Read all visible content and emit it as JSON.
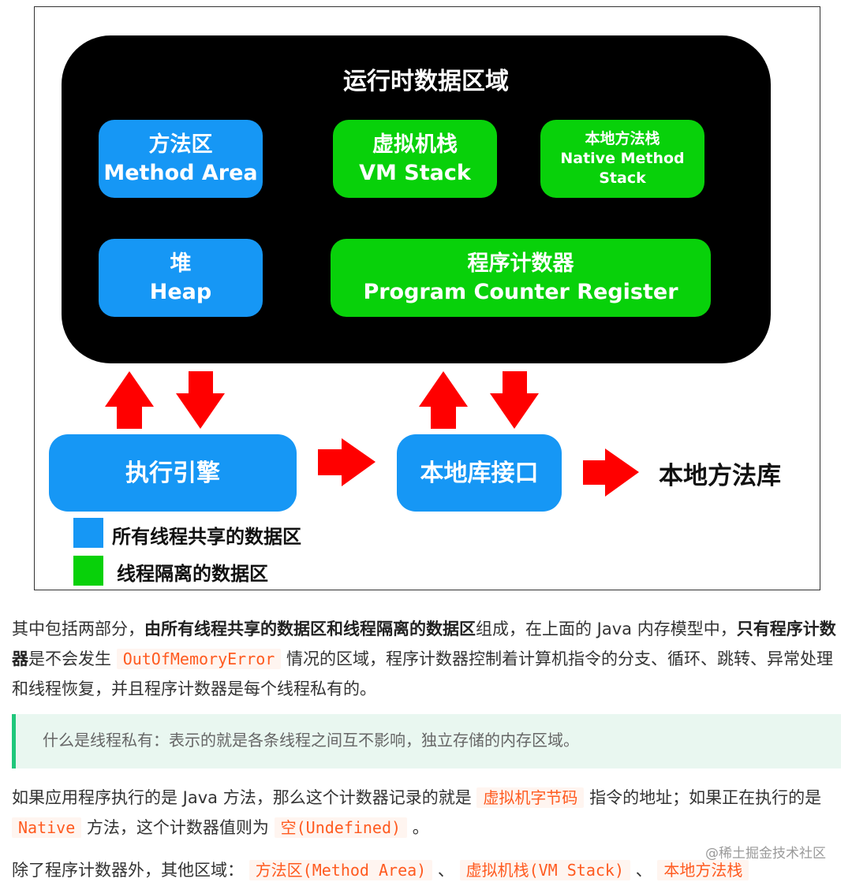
{
  "figure": {
    "runtime_title": "运行时数据区域",
    "boxes": {
      "method_area": {
        "zh": "方法区",
        "en": "Method Area"
      },
      "vm_stack": {
        "zh": "虚拟机栈",
        "en": "VM Stack"
      },
      "native_stack": {
        "zh": "本地方法栈",
        "en": "Native Method Stack"
      },
      "heap": {
        "zh": "堆",
        "en": "Heap"
      },
      "pc_register": {
        "zh": "程序计数器",
        "en": "Program Counter Register"
      },
      "exec_engine": "执行引擎",
      "native_interface": "本地库接口"
    },
    "native_library": "本地方法库",
    "legend": [
      {
        "label": "所有线程共享的数据区",
        "color": "#1697f5"
      },
      {
        "label": "线程隔离的数据区",
        "color": "#08d10a"
      }
    ],
    "colors": {
      "shared": "#1697f5",
      "isolated": "#08d10a",
      "arrow": "#ff0000",
      "runtime_bg": "#000000"
    }
  },
  "paragraph1": {
    "p1": "其中包括两部分，",
    "b1": "由所有线程共享的数据区和线程隔离的数据区",
    "p2": "组成，在上面的 Java 内存模型中，",
    "b2": "只有程序计数器",
    "p3": "是不会发生 ",
    "code1": "OutOfMemoryError",
    "p4": " 情况的区域，程序计数器控制着计算机指令的分支、循环、跳转、异常处理和线程恢复，并且程序计数器是每个线程私有的。"
  },
  "quote": "什么是线程私有：表示的就是各条线程之间互不影响，独立存储的内存区域。",
  "paragraph2": {
    "p1": "如果应用程序执行的是 Java 方法，那么这个计数器记录的就是 ",
    "code1": "虚拟机字节码",
    "p2": " 指令的地址；如果正在执行的是 ",
    "code2": "Native",
    "p3": " 方法，这个计数器值则为 ",
    "code3": "空(Undefined)",
    "p4": " 。"
  },
  "paragraph3": {
    "p1": "除了程序计数器外，其他区域： ",
    "code1": "方法区(Method Area)",
    "p2": " 、 ",
    "code2": "虚拟机栈(VM Stack)",
    "p3": " 、 ",
    "code3": "本地方法栈"
  },
  "watermark": "@稀土掘金技术社区"
}
